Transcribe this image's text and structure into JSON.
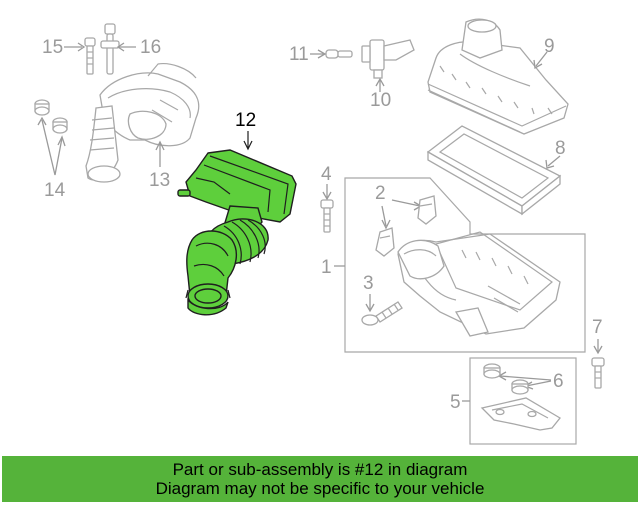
{
  "diagram": {
    "highlight_color": "#5ecf3c",
    "highlighted_part": "12",
    "callouts": {
      "c1": "1",
      "c2": "2",
      "c3": "3",
      "c4": "4",
      "c5": "5",
      "c6": "6",
      "c7": "7",
      "c8": "8",
      "c9": "9",
      "c10": "10",
      "c11": "11",
      "c12": "12",
      "c13": "13",
      "c14": "14",
      "c15": "15",
      "c16": "16"
    }
  },
  "banner": {
    "background": "#55b33a",
    "line1": "Part or sub-assembly is #12 in diagram",
    "line2": "Diagram may not be specific to your vehicle"
  }
}
